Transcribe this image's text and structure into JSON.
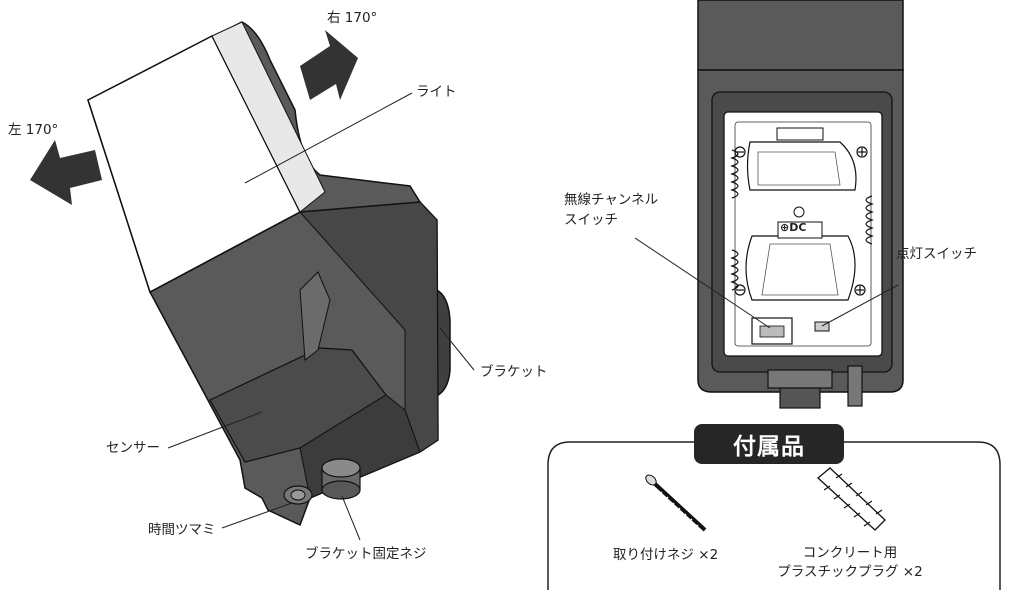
{
  "left_view": {
    "rotate_right": "右 170°",
    "rotate_left": "左 170°",
    "light": "ライト",
    "bracket": "ブラケット",
    "sensor": "センサー",
    "timer_knob": "時間ツマミ",
    "bracket_screw": "ブラケット固定ネジ"
  },
  "right_view": {
    "channel_switch_line1": "無線チャンネル",
    "channel_switch_line2": "スイッチ",
    "light_switch": "点灯スイッチ",
    "dc_label": "⊕DC"
  },
  "accessories": {
    "title": "付属品",
    "screw": "取り付けネジ ×2",
    "plug_line1": "コンクリート用",
    "plug_line2": "プラスチックプラグ ×2"
  },
  "colors": {
    "housing": "#595959",
    "housing_dark": "#3f3f3f",
    "light_face": "#ffffff",
    "line": "#111111"
  }
}
